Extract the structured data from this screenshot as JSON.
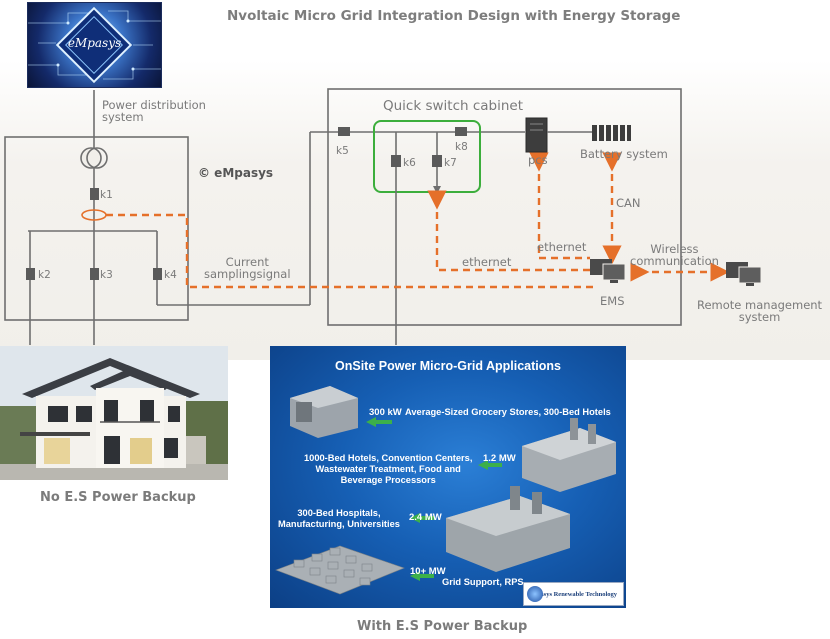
{
  "title": "Nvoltaic Micro Grid Integration Design with Energy Storage",
  "logo": {
    "text": "eMpasys"
  },
  "copyright": "© eMpasys",
  "diagram": {
    "power_distribution": "Power distribution\nsystem",
    "switches": [
      "k1",
      "k2",
      "k3",
      "k4",
      "k5",
      "k6",
      "k7",
      "k8"
    ],
    "quick_switch_cabinet": "Quick switch cabinet",
    "pcs": "pcs",
    "battery_system": "Battery system",
    "can": "CAN",
    "ethernet_1": "ethernet",
    "ethernet_2": "ethernet",
    "wireless": "Wireless\ncommunication",
    "current_signal": "Current\nsamplingsignal",
    "ems": "EMS",
    "remote": "Remote management\nsystem"
  },
  "captions": {
    "no_backup": "No E.S Power Backup",
    "with_backup": "With E.S Power Backup"
  },
  "panel": {
    "title": "OnSite Power Micro-Grid Applications",
    "rows": [
      {
        "mw": "300 kW",
        "desc": "Average-Sized Grocery Stores, 300-Bed Hotels"
      },
      {
        "mw": "1.2 MW",
        "desc": "1000-Bed Hotels, Convention Centers,\nWastewater Treatment, Food and\nBeverage Processors"
      },
      {
        "mw": "2.4 MW",
        "desc": "300-Bed Hospitals,\nManufacturing, Universities"
      },
      {
        "mw": "10+ MW",
        "desc": "Grid Support, RPS"
      }
    ],
    "badge": "eMpasys Renewable Technology"
  },
  "colors": {
    "line": "#6f6f6f",
    "dashed": "#e5702a",
    "switch_box": "#5a5a5a",
    "green_box": "#3cae3c",
    "panel_blue": "#165fb4"
  }
}
